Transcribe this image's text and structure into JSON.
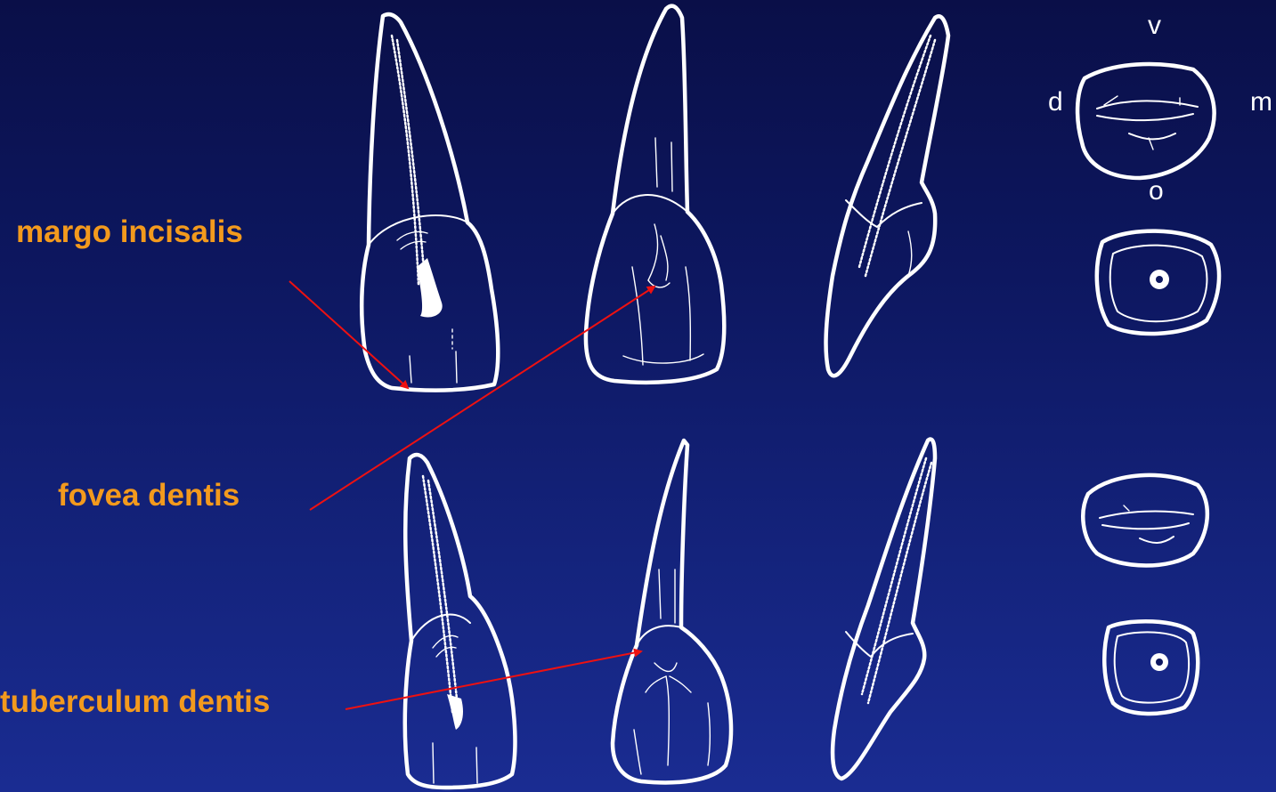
{
  "labels": {
    "margo": "margo incisalis",
    "fovea": "fovea dentis",
    "tuberculum": "tuberculum dentis"
  },
  "orientation": {
    "v": "v",
    "d": "d",
    "m": "m",
    "o": "o"
  },
  "colors": {
    "label_text": "#f39a1d",
    "leader_line": "#ee1111",
    "drawing": "#ffffff",
    "background_top": "#0a0f48",
    "background_bottom": "#1a2c92"
  }
}
